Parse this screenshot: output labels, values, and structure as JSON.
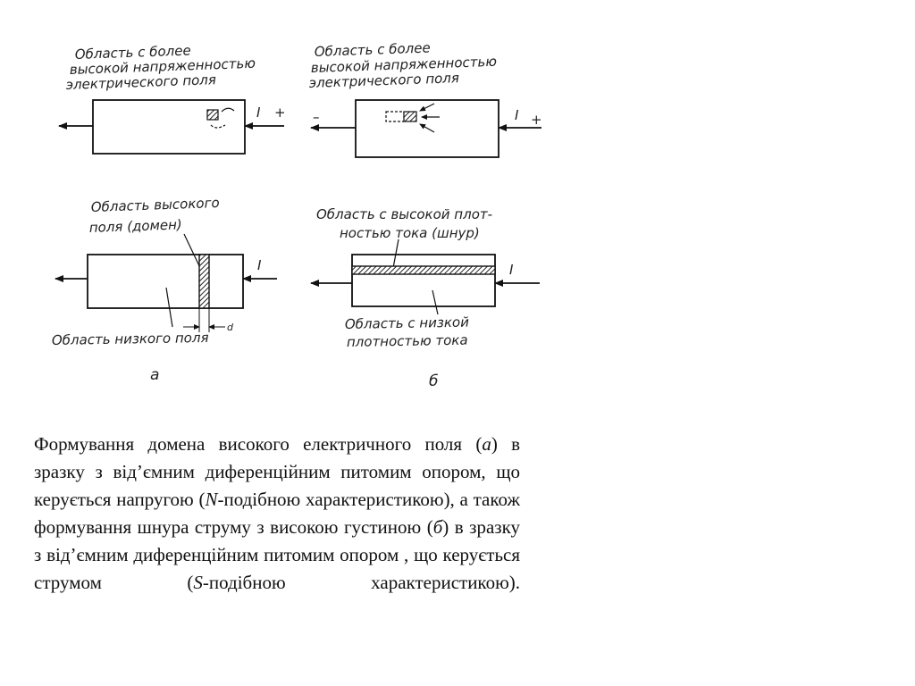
{
  "figure": {
    "panel_a_top": {
      "label_line1": "Область с более",
      "label_line2": "высокой напряженностью",
      "label_line3": "электрического поля",
      "current_label": "I",
      "plus_sign": "+"
    },
    "panel_b_top": {
      "label_line1": "Область с более",
      "label_line2": "высокой напряженностью",
      "label_line3": "электрического поля",
      "minus_sign": "–",
      "current_label": "I",
      "plus_sign": "+"
    },
    "panel_a_bottom": {
      "domain_label_line1": "Область высокого",
      "domain_label_line2": "поля (домен)",
      "current_label": "I",
      "width_label": "d",
      "low_field_label": "Область низкого поля",
      "sub_label": "a"
    },
    "panel_b_bottom": {
      "cord_label_line1": "Область с высокой плот-",
      "cord_label_line2": "ностью тока (шнур)",
      "current_label": "I",
      "low_density_line1": "Область с низкой",
      "low_density_line2": "плотностью тока",
      "sub_label": "б"
    }
  },
  "caption": {
    "part1": "Формування домена високого електричного поля (",
    "italic1": "а",
    "part2": ") в зразку з від’ємним диференційним питомим опором, що керується напругою (",
    "italic2": "N",
    "part3": "-подібною характеристикою), а також формування шнура струму з високою густиною (",
    "italic3": "б",
    "part4": ") в зразку з від’ємним диференційним питомим опором , що керується струмом (",
    "italic4": "S",
    "part5": "-подібною характеристикою)."
  }
}
